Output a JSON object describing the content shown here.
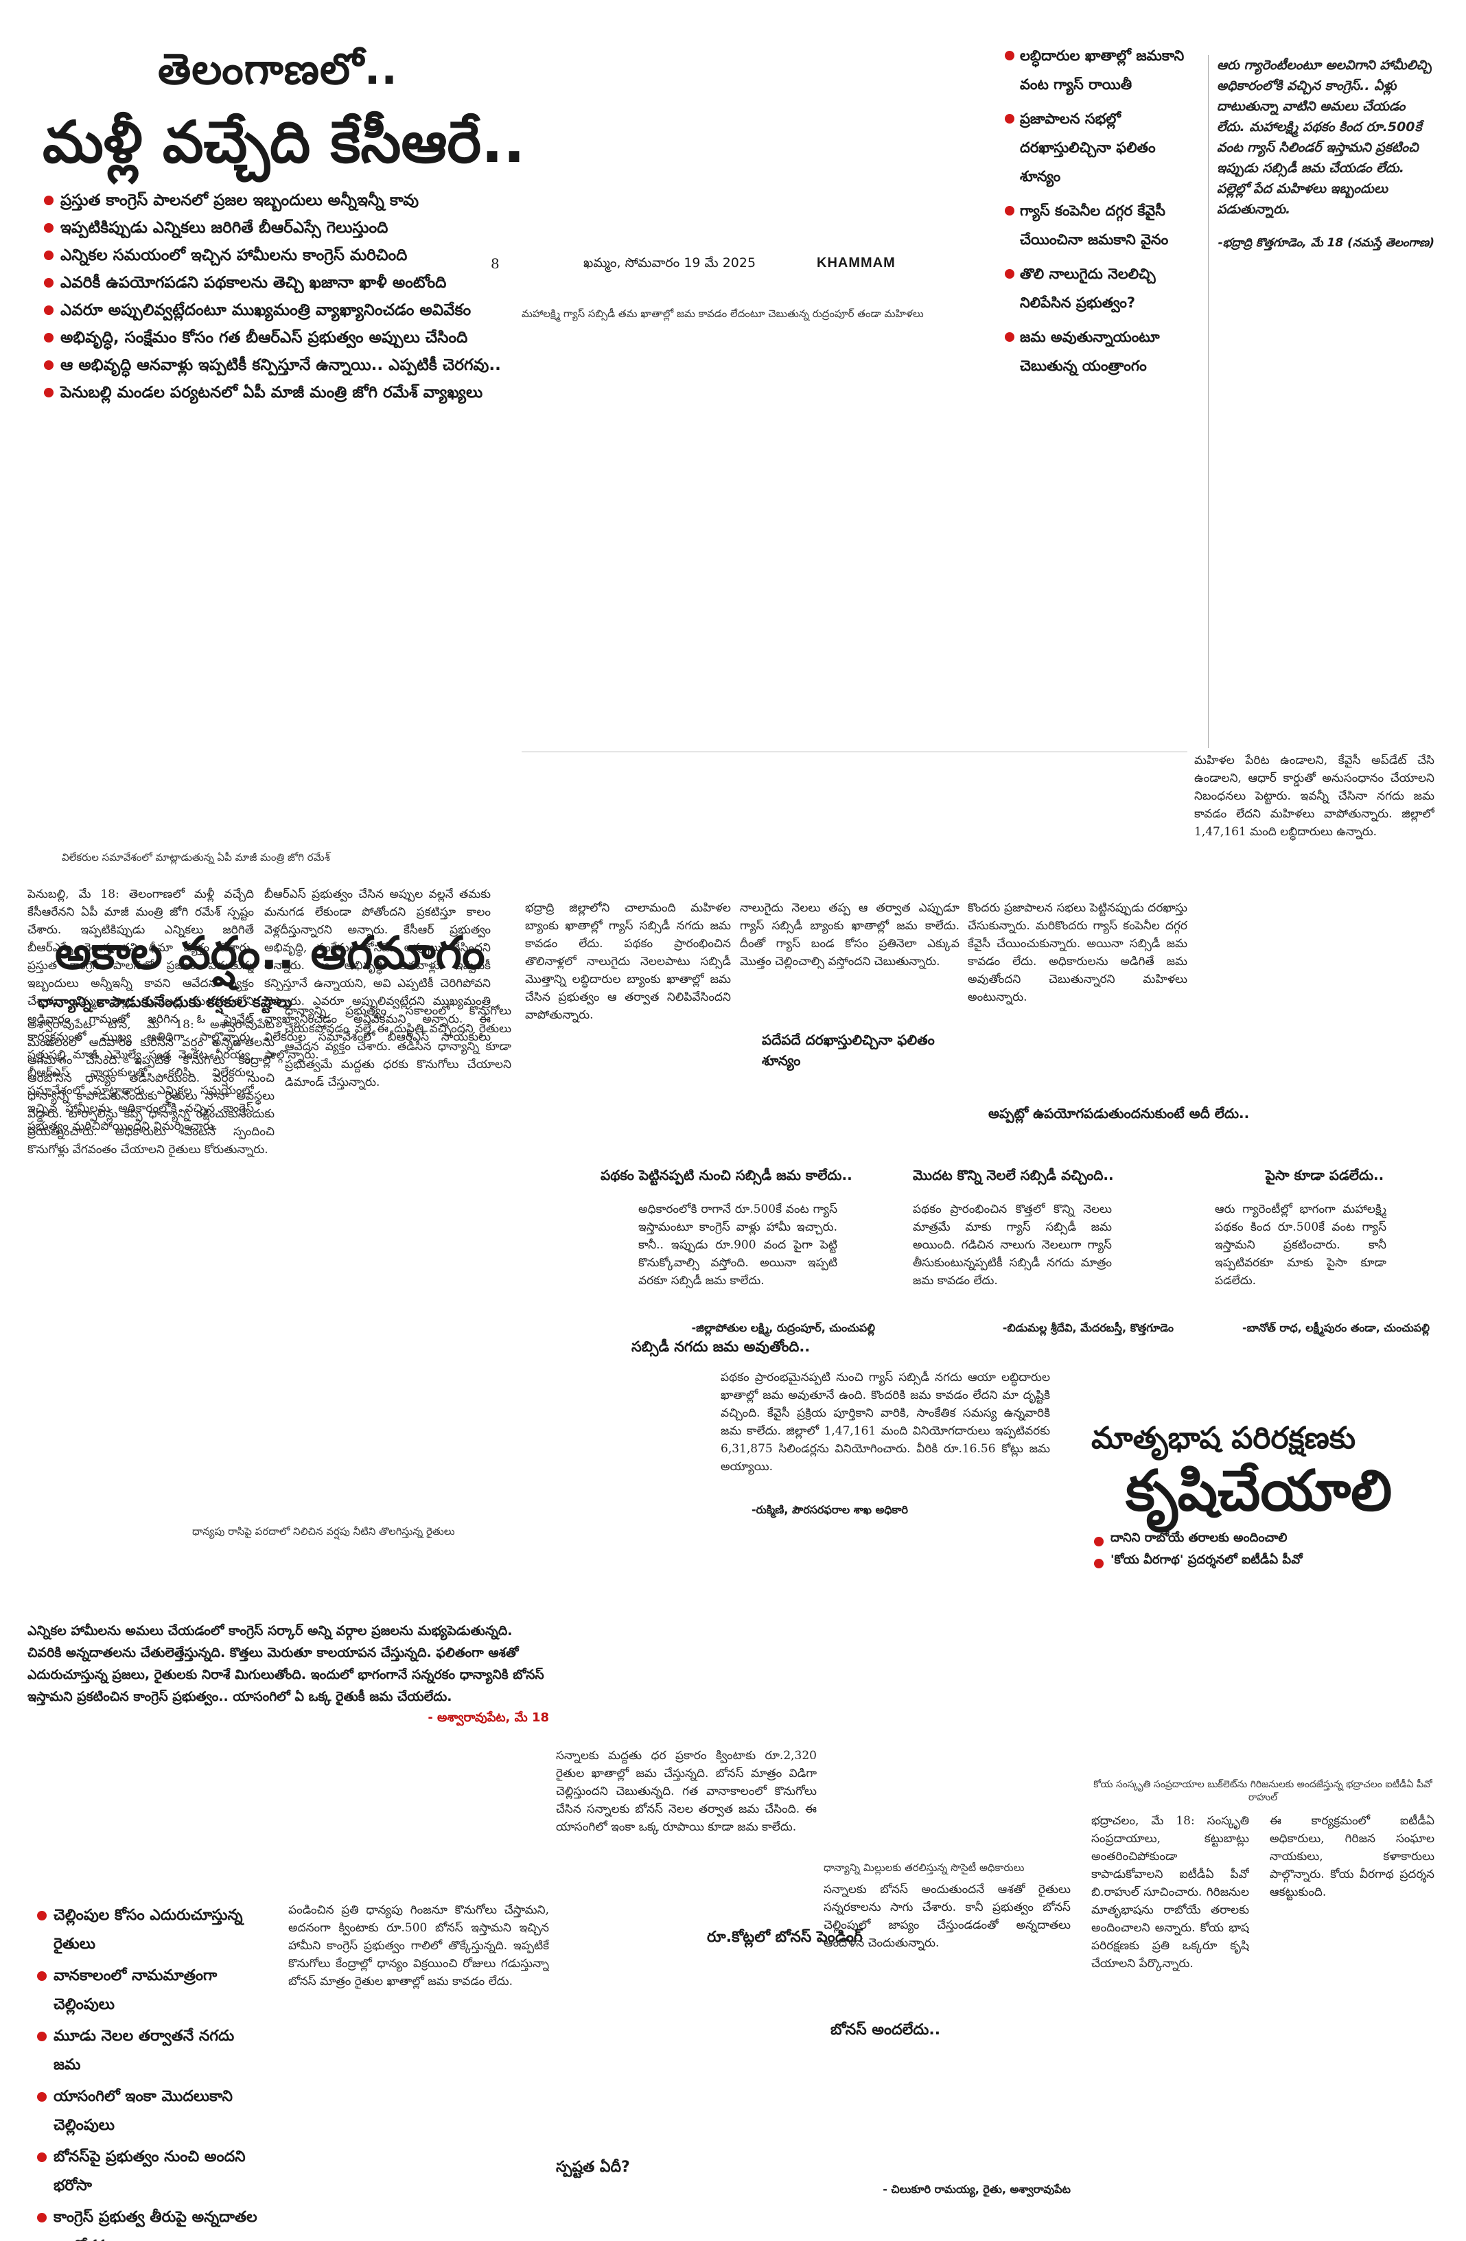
{
  "masthead": {
    "page_number": "8",
    "date_line": "ఖమ్మం, సోమవారం 19 మే 2025",
    "edition": "KHAMMAM"
  },
  "lead_story": {
    "kicker": "తెలంగాణలో..",
    "headline": "మళ్లీ వచ్చేది కేసీఆరే..",
    "bullets": [
      "ప్రస్తుత కాంగ్రెస్‌ పాలనలో ప్రజల ఇబ్బందులు అన్నీఇన్నీ కావు",
      "ఇప్పటికిప్పుడు ఎన్నికలు జరిగితే బీఆర్‌ఎస్సే గెలుస్తుంది",
      "ఎన్నికల సమయంలో ఇచ్చిన హామీలను కాంగ్రెస్‌ మరిచింది",
      "ఎవరికీ ఉపయోగపడని పథకాలను తెచ్చి ఖజానా ఖాళీ అంటోంది",
      "ఎవరూ అప్పులివ్వట్లేదంటూ ముఖ్యమంత్రి వ్యాఖ్యానించడం అవివేకం",
      "అభివృద్ధి, సంక్షేమం కోసం గత బీఆర్‌ఎస్‌ ప్రభుత్వం అప్పులు చేసింది",
      "ఆ అభివృద్ధి ఆనవాళ్లు ఇప్పటికీ కన్పిస్తూనే ఉన్నాయి.. ఎప్పటికీ చెరగవు..",
      "పెనుబల్లి మండల పర్యటనలో ఏపీ మాజీ మంత్రి జోగి రమేశ్‌ వ్యాఖ్యలు"
    ],
    "photo_caption": "విలేకరుల సమావేశంలో మాట్లాడుతున్న ఏపీ మాజీ మంత్రి జోగి రమేశ్‌",
    "body_col_1": "పెనుబల్లి, మే 18: తెలంగాణలో మళ్లీ వచ్చేది కేసీఆరేనని ఏపీ మాజీ మంత్రి జోగి రమేశ్‌ స్పష్టం చేశారు. ఇప్పటికిప్పుడు ఎన్నికలు జరిగితే బీఆర్‌ఎస్సే గెలుస్తుందని ధీమా వ్యక్తం చేశారు. ప్రస్తుత కాంగ్రెస్‌ పాలనలో ప్రజలు పడుతున్న ఇబ్బందులు అన్నీఇన్నీ కావని ఆవేదన వ్యక్తం చేశారు. ఖమ్మం జిల్లా పెనుబల్లి మండలంలోని అడివారం గ్రామంలో జరిగిన ఓ ప్రైవేట్‌ కార్యక్రమంలో ముఖ్య అతిథిగా పాల్గొన్నారు. సత్తుపల్లి మాజీ ఎమ్మెల్యే సండ్ర వెంకట వీరయ్య, బీఆర్‌ఎస్‌ నాయకులతో కలిసి విలేకరుల సమావేశంలో మాట్లాడారు. ఎన్నికల సమయంలో ఇచ్చిన హామీలను అధికారంలోకి వచ్చిన కాంగ్రెస్‌ ప్రభుత్వం మరిచిపోయిందని విమర్శించారు.",
    "body_col_2": "బీఆర్‌ఎస్‌ ప్రభుత్వం చేసిన అప్పుల వల్లనే తమకు మనుగడ లేకుండా పోతోందని ప్రకటిస్తూ కాలం వెళ్లదీస్తున్నారని అన్నారు. కేసీఆర్‌ ప్రభుత్వం అభివృద్ధి, సంక్షేమం కోసమే అప్పులు చేసిందని అన్నారు. ఆ అభివృద్ధి ఆనవాళ్లు ఇప్పటికీ కన్పిస్తూనే ఉన్నాయని, అవి ఎప్పటికీ చెరిగిపోవని చెప్పారు. ఎవరూ అప్పులివ్వట్లేదని ముఖ్యమంత్రి వ్యాఖ్యానించడం అవివేకమని అన్నారు. ఈ విలేకరుల సమావేశంలో బీఆర్‌ఎస్‌ నాయకులు పాల్గొన్నారు."
  },
  "rain_story": {
    "headline": "అకాల వర్షం.. ఆగమాగం",
    "subhead": "ధాన్యాన్ని కాపాడుకునేందుకు కర్షకుల కష్టాలు",
    "body_col_1": "అశ్వారావుపేట టౌన్‌, మే 18: అశ్వారావుపేట మండలంలో ఆదివారం కురిసిన వర్షం అన్నదాతలను ఆగమాగం చేసింది. ఇప్పటికే కొనుగోలు కేంద్రాల్లో ఆరబోసిన ధాన్యం తడిసిపోయింది. వర్షం నుంచి ధాన్యాన్ని కాపాడుకునేందుకు రైతులు నానా అవస్థలు పడ్డారు. టార్పాలిన్లు కప్పి ధాన్యాన్ని రక్షించుకునేందుకు ప్రయత్నించారు. అధికారులు వెంటనే స్పందించి కొనుగోళ్లు వేగవంతం చేయాలని రైతులు కోరుతున్నారు.",
    "body_col_2": "ధాన్యాన్ని ప్రభుత్వం సకాలంలో కొనుగోలు చేయకపోవడం వల్లే ఈ దుస్థితి వచ్చిందని రైతులు ఆవేదన వ్యక్తం చేశారు. తడిసిన ధాన్యాన్ని కూడా ప్రభుత్వమే మద్దతు ధరకు కొనుగోలు చేయాలని డిమాండ్‌ చేస్తున్నారు.",
    "photo_caption": "ధాన్యపు రాసిపై పరదాలో నిలిచిన వర్షపు నీటిని తొలగిస్తున్న రైతులు"
  },
  "gas_story": {
    "photo_caption": "మహాలక్ష్మి గ్యాస్‌ సబ్సిడీ తమ ఖాతాల్లో జమ కావడం లేదంటూ చెబుతున్న రుద్రంపూర్‌ తండా మహిళలు",
    "side_bullets": [
      "లబ్ధిదారుల ఖాతాల్లో జమకాని వంట గ్యాస్‌ రాయితీ",
      "ప్రజాపాలన సభల్లో దరఖాస్తులిచ్చినా ఫలితం శూన్యం",
      "గ్యాస్‌ కంపెనీల దగ్గర కేవైసీ చేయించినా జమకాని వైనం",
      "తొలి నాలుగైదు నెలలిచ్చి నిలిపేసిన ప్రభుత్వం?",
      "జమ అవుతున్నాయంటూ చెబుతున్న యంత్రాంగం"
    ],
    "quote_box": "ఆరు గ్యారెంటీలంటూ అలవిగాని హామీలిచ్చి అధికారంలోకి వచ్చిన కాంగ్రెస్‌.. ఏళ్లు దాటుతున్నా వాటిని అమలు చేయడం లేదు. మహాలక్ష్మి పథకం కింద రూ.500కే వంట గ్యాస్‌ సిలిండర్‌ ఇస్తామని ప్రకటించి ఇప్పుడు సబ్సిడీ జమ చేయడం లేదు. పల్లెల్లో పేద మహిళలు ఇబ్బందులు పడుతున్నారు.",
    "quote_byline": "-భద్రాద్రి కొత్తగూడెం, మే 18 (నమస్తే తెలంగాణ)",
    "col_a": "భద్రాద్రి జిల్లాలోని చాలామంది మహిళల బ్యాంకు ఖాతాల్లో గ్యాస్‌ సబ్సిడీ నగదు జమ కావడం లేదు. పథకం ప్రారంభించిన తొలినాళ్లలో నాలుగైదు నెలలపాటు సబ్సిడీ మొత్తాన్ని లబ్ధిదారుల బ్యాంకు ఖాతాల్లో జమ చేసిన ప్రభుత్వం ఆ తర్వాత నిలిపివేసిందని వాపోతున్నారు.",
    "col_b": "నాలుగైదు నెలలు తప్ప ఆ తర్వాత ఎప్పుడూ గ్యాస్‌ సబ్సిడీ బ్యాంకు ఖాతాల్లో జమ కాలేదు. దీంతో గ్యాస్‌ బండ కోసం ప్రతినెలా ఎక్కువ మొత్తం చెల్లించాల్సి వస్తోందని చెబుతున్నారు.",
    "col_b_sub": "పదేపదే దరఖాస్తులిచ్చినా ఫలితం శూన్యం",
    "col_c": "కొందరు ప్రజాపాలన సభలు పెట్టినప్పుడు దరఖాస్తు చేసుకున్నారు. మరికొందరు గ్యాస్‌ కంపెనీల దగ్గర కేవైసీ చేయించుకున్నారు. అయినా సబ్సిడీ జమ కావడం లేదు. అధికారులను అడిగితే జమ అవుతోందని చెబుతున్నారని మహిళలు అంటున్నారు.",
    "col_c_sub": "అప్పట్లో ఉపయోగపడుతుందనుకుంటే అదీ లేదు..",
    "col_d": "మహిళల పేరిట ఉండాలని, కేవైసీ అప్‌డేట్‌ చేసి ఉండాలని, ఆధార్‌ కార్డుతో అనుసంధానం చేయాలని నిబంధనలు పెట్టారు. ఇవన్నీ చేసినా నగదు జమ కావడం లేదని మహిళలు వాపోతున్నారు. జిల్లాలో 1,47,161 మంది లబ్ధిదారులు ఉన్నారు.",
    "quotes": [
      {
        "title": "పథకం పెట్టినప్పటి నుంచి సబ్సిడీ జమ కాలేదు..",
        "text": "అధికారంలోకి రాగానే రూ.500కే వంట గ్యాస్‌ ఇస్తామంటూ కాంగ్రెస్‌ వాళ్లు హామీ ఇచ్చారు. కానీ.. ఇప్పుడు రూ.900 వంద పైగా పెట్టి కొనుక్కోవాల్సి వస్తోంది. అయినా ఇప్పటి వరకూ సబ్సిడీ జమ కాలేదు.",
        "byline": "-జిల్లాపోతుల లక్ష్మి, రుద్రంపూర్‌, చుంచుపల్లి"
      },
      {
        "title": "మొదట కొన్ని నెలలే సబ్సిడీ వచ్చింది..",
        "text": "పథకం ప్రారంభించిన కొత్తలో కొన్ని నెలలు మాత్రమే మాకు గ్యాస్‌ సబ్సిడీ జమ అయింది. గడిచిన నాలుగు నెలలుగా గ్యాస్‌ తీసుకుంటున్నప్పటికీ సబ్సిడీ నగదు మాత్రం జమ కావడం లేదు.",
        "byline": "-బిడుమల్ల శ్రీదేవి, మేదరబస్తీ, కొత్తగూడెం"
      },
      {
        "title": "పైసా కూడా పడలేదు..",
        "text": "ఆరు గ్యారెంటీల్లో భాగంగా మహాలక్ష్మి పథకం కింద రూ.500కే వంట గ్యాస్‌ ఇస్తామని ప్రకటించారు. కానీ ఇప్పటివరకూ మాకు పైసా కూడా పడలేదు.",
        "byline": "-బానోత్‌ రాధ, లక్ష్మీపురం తండా, చుంచుపల్లి"
      },
      {
        "title": "సబ్సిడీ నగదు జమ అవుతోంది..",
        "text": "పథకం ప్రారంభమైనప్పటి నుంచి గ్యాస్‌ సబ్సిడీ నగదు ఆయా లబ్ధిదారుల ఖాతాల్లో జమ అవుతూనే ఉంది. కొందరికి జమ కావడం లేదని మా దృష్టికి వచ్చింది. కేవైసీ ప్రక్రియ పూర్తికాని వారికి, సాంకేతిక సమస్య ఉన్నవారికి జమ కాలేదు. జిల్లాలో 1,47,161 మంది వినియోగదారులు ఇప్పటివరకు 6,31,875 సిలిండర్లను వినియోగించారు. వీరికి రూ.16.56 కోట్లు జమ అయ్యాయి.",
        "byline": "-రుక్మిణి, పౌరసరఫరాల శాఖ అధికారి"
      }
    ]
  },
  "mother_tongue": {
    "kicker": "మాతృభాష పరిరక్షణకు",
    "headline": "కృషిచేయాలి",
    "bullets": [
      "దానిని రాబోయే తరాలకు అందించాలి",
      "'కోయ వీరగాథ' ప్రదర్శనలో ఐటీడీఏ పీవో"
    ],
    "photo_caption": "కోయ సంస్కృతి సంప్రదాయాల బుక్‌లెట్‌ను గిరిజనులకు అందజేస్తున్న భద్రాచలం ఐటీడీఏ పీవో రాహుల్‌",
    "col_a": "భద్రాచలం, మే 18: సంస్కృతి సంప్రదాయాలు, కట్టుబాట్లు అంతరించిపోకుండా కాపాడుకోవాలని ఐటీడీఏ పీవో బి.రాహుల్‌ సూచించారు. గిరిజనుల మాతృభాషను రాబోయే తరాలకు అందించాలని అన్నారు. కోయ భాష పరిరక్షణకు ప్రతి ఒక్కరూ కృషి చేయాలని పేర్కొన్నారు.",
    "col_b": "ఈ కార్యక్రమంలో ఐటీడీఏ అధికారులు, గిరిజన సంఘాల నాయకులు, కళాకారులు పాల్గొన్నారు. కోయ వీరగాథ ప్రదర్శన ఆకట్టుకుంది."
  },
  "paddy_story": {
    "intro": "ఎన్నికల హామీలను అమలు చేయడంలో కాంగ్రెస్‌ సర్కార్‌ అన్ని వర్గాల ప్రజలను మభ్యపెడుతున్నది. చివరికి అన్నదాతలను చేతులెత్తేస్తున్నది. కొత్తలు మెరుతూ కాలయాపన చేస్తున్నది. ఫలితంగా ఆశతో ఎదురుచూస్తున్న ప్రజలు, రైతులకు నిరాశే మిగులుతోంది. ఇందులో భాగంగానే సన్నరకం ధాన్యానికి బోనస్‌ ఇస్తామని ప్రకటించిన కాంగ్రెస్‌ ప్రభుత్వం.. యాసంగిలో ఏ ఒక్క రైతుకీ జమ చేయలేదు.",
    "intro_byline": "- అశ్వారావుపేట, మే 18",
    "left_bullets": [
      "చెల్లింపుల కోసం ఎదురుచూస్తున్న రైతులు",
      "వానకాలంలో నామమాత్రంగా చెల్లింపులు",
      "మూడు నెలల తర్వాతనే నగదు జమ",
      "యాసంగిలో ఇంకా మొదలుకాని చెల్లింపులు",
      "బోనస్‌పై ప్రభుత్వం నుంచి అందని భరోసా",
      "కాంగ్రెస్‌ ప్రభుత్వ తీరుపై అన్నదాతల ఆందోళన"
    ],
    "col_a": "పండించిన ప్రతి ధాన్యపు గింజనూ కొనుగోలు చేస్తామని, అదనంగా క్వింటాకు రూ.500 బోనస్‌ ఇస్తామని ఇచ్చిన హామీని కాంగ్రెస్‌ ప్రభుత్వం గాలిలో తొక్కేస్తున్నది. ఇప్పటికే కొనుగోలు కేంద్రాల్లో ధాన్యం విక్రయించి రోజులు గడుస్తున్నా బోనస్‌ మాత్రం రైతుల ఖాతాల్లో జమ కావడం లేదు.",
    "col_a_sub": "రూ.కోట్లలో బోనస్‌ పెండింగ్‌",
    "col_b": "సన్నాలకు మద్దతు ధర ప్రకారం క్వింటాకు రూ.2,320 రైతుల ఖాతాల్లో జమ చేస్తున్నది. బోనస్‌ మాత్రం విడిగా చెల్లిస్తుందని చెబుతున్నది. గత వానాకాలంలో కొనుగోలు చేసిన సన్నాలకు బోనస్‌ నెలల తర్వాత జమ చేసింది. ఈ యాసంగిలో ఇంకా ఒక్క రూపాయి కూడా జమ కాలేదు.",
    "col_c_caption": "ధాన్యాన్ని మిల్లులకు తరలిస్తున్న సొసైటీ అధికారులు",
    "col_c": "సన్నాలకు బోనస్‌ అందుతుందనే ఆశతో రైతులు సన్నరకాలను సాగు చేశారు. కానీ ప్రభుత్వం బోనస్‌ చెల్లింపులో జాప్యం చేస్తుండడంతో అన్నదాతలు ఆందోళన చెందుతున్నారు.",
    "col_c_sub": "బోనస్‌ అందలేదు..",
    "col_c_sub2": "స్పష్టత ఏదీ?",
    "col_c_byline": "- చిలుకూరి రామయ్య, రైతు, అశ్వారావుపేట"
  }
}
